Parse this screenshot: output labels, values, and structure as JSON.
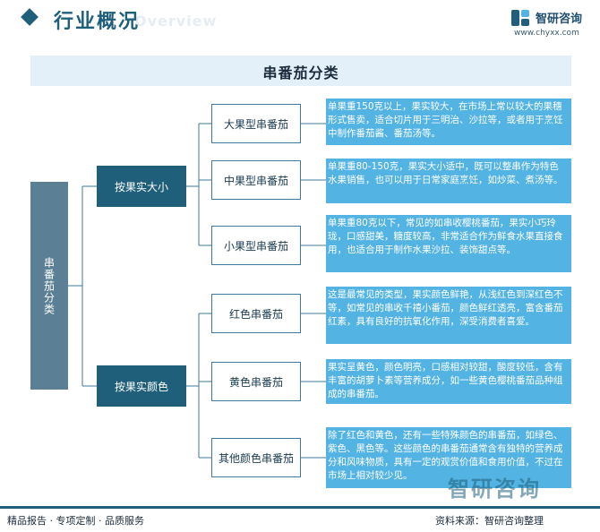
{
  "header": {
    "title": "行业概况",
    "watermark": "Overview"
  },
  "logo": {
    "name": "智研咨询",
    "url": "www.chyxx.com"
  },
  "diagram": {
    "title": "串番茄分类",
    "root": "串番茄分类",
    "branches": [
      {
        "label": "按果实大小",
        "children": [
          {
            "label": "大果型串番茄",
            "desc": "单果重150克以上，果实较大，在市场上常以较大的果穗形式售卖，适合切片用于三明治、沙拉等，或者用于烹饪中制作番茄酱、番茄汤等。"
          },
          {
            "label": "中果型串番茄",
            "desc": "单果重80-150克，果实大小适中，既可以整串作为特色水果销售，也可以用于日常家庭烹饪，如炒菜、煮汤等。"
          },
          {
            "label": "小果型串番茄",
            "desc": "单果重80克以下，常见的如串收樱桃番茄，果实小巧玲珑，口感甜美，糖度较高，非常适合作为鲜食水果直接食用，也适合用于制作水果沙拉、装饰甜点等。"
          }
        ]
      },
      {
        "label": "按果实颜色",
        "children": [
          {
            "label": "红色串番茄",
            "desc": "这是最常见的类型，果实颜色鲜艳，从浅红色到深红色不等，如常见的串收千禧小番茄，颜色鲜红透亮，富含番茄红素，具有良好的抗氧化作用，深受消费者喜爱。"
          },
          {
            "label": "黄色串番茄",
            "desc": "果实呈黄色，颜色明亮，口感相对较甜，酸度较低，含有丰富的胡萝卜素等营养成分，如一些黄色樱桃番茄品种组成的串番茄。"
          },
          {
            "label": "其他颜色串番茄",
            "desc": "除了红色和黄色，还有一些特殊颜色的串番茄，如绿色、紫色、黑色等。这些颜色的串番茄通常含有独特的营养成分和风味物质，具有一定的观赏价值和食用价值，不过在市场上相对较少见。"
          }
        ]
      }
    ]
  },
  "footer": {
    "left": "精品报告 · 专项定制 · 品质服务",
    "right": "资料来源：智研咨询整理",
    "watermark": "智研咨询"
  },
  "colors": {
    "primary": "#1f5f7a",
    "root": "#5b7f95",
    "desc": "#53b3e3",
    "title_band": "#e3f0fa"
  }
}
